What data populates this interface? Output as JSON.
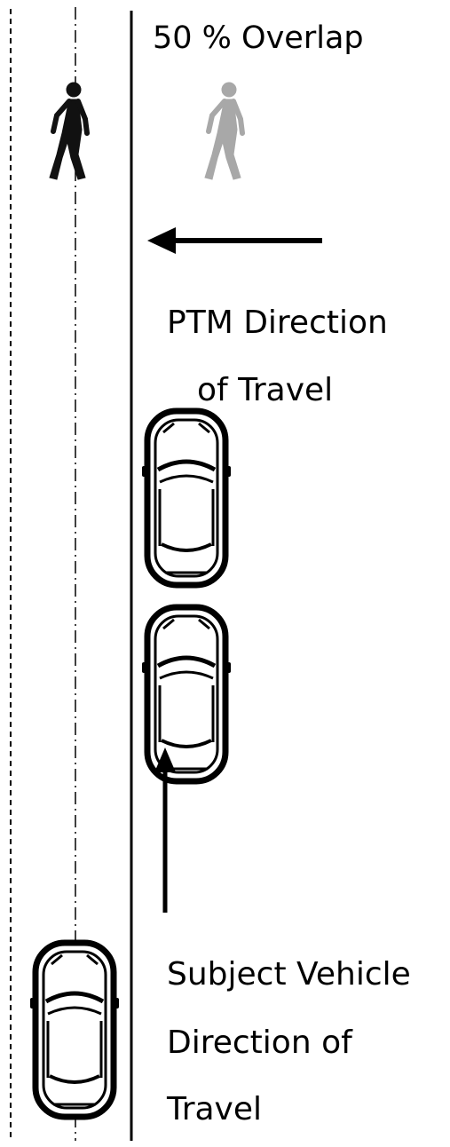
{
  "labels": {
    "overlap_title": "50 % Overlap",
    "ptm_direction_line1": "PTM Direction",
    "ptm_direction_line2": "of Travel",
    "subject_direction_line1": "Subject Vehicle",
    "subject_direction_line2": "Direction of",
    "subject_direction_line3": "Travel"
  },
  "colors": {
    "ink": "#000000",
    "pedestrian_primary": "#111111",
    "pedestrian_ghost": "#a8a8a8",
    "background": "#ffffff"
  },
  "icons": {
    "pedestrian": "walking-person-icon",
    "car": "car-top-view-icon",
    "arrow_left": "arrow-left-icon",
    "arrow_up": "arrow-up-icon"
  }
}
